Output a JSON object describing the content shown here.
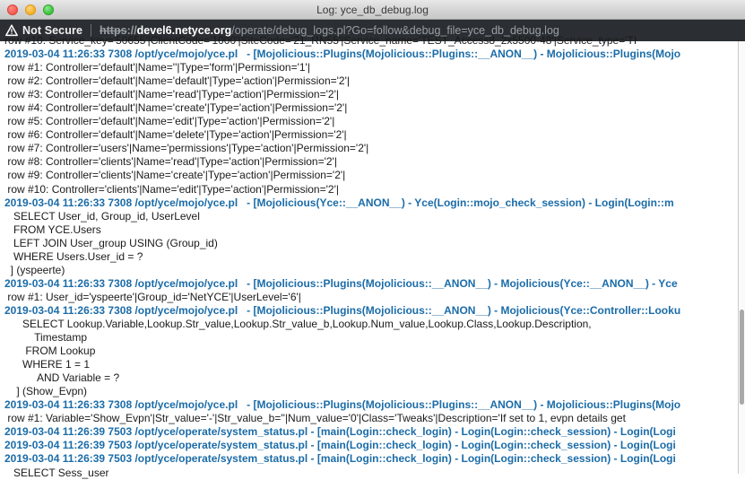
{
  "window": {
    "title": "Log: yce_db_debug.log",
    "controls": {
      "close_label": "",
      "minimize_label": "",
      "maximize_label": ""
    }
  },
  "addressbar": {
    "security_label": "Not Secure",
    "security_icon": "warning-triangle-icon",
    "url_scheme": "https",
    "url_separator": "://",
    "url_host": "devel6.netyce.org",
    "url_path": "/operate/debug_logs.pl?Go=follow&debug_file=yce_db_debug.log",
    "full_url": "https://devel6.netyce.org/operate/debug_logs.pl?Go=follow&debug_file=yce_db_debug.log"
  },
  "log": {
    "lines": [
      {
        "kind": "data",
        "text": "row #10: Service_key='50655'|ClientCode='1000'|SiteCode='21_RN55'|Service_name='TEST_Access8_2x5500-48'|Service_type='TI"
      },
      {
        "kind": "hdr",
        "text": "2019-03-04 11:26:33 7308 /opt/yce/mojo/yce.pl   - [Mojolicious::Plugins(Mojolicious::Plugins::__ANON__) - Mojolicious::Plugins(Mojo"
      },
      {
        "kind": "data",
        "text": " row #1: Controller='default'|Name=''|Type='form'|Permission='1'|"
      },
      {
        "kind": "data",
        "text": " row #2: Controller='default'|Name='default'|Type='action'|Permission='2'|"
      },
      {
        "kind": "data",
        "text": " row #3: Controller='default'|Name='read'|Type='action'|Permission='2'|"
      },
      {
        "kind": "data",
        "text": " row #4: Controller='default'|Name='create'|Type='action'|Permission='2'|"
      },
      {
        "kind": "data",
        "text": " row #5: Controller='default'|Name='edit'|Type='action'|Permission='2'|"
      },
      {
        "kind": "data",
        "text": " row #6: Controller='default'|Name='delete'|Type='action'|Permission='2'|"
      },
      {
        "kind": "data",
        "text": " row #7: Controller='users'|Name='permissions'|Type='action'|Permission='2'|"
      },
      {
        "kind": "data",
        "text": " row #8: Controller='clients'|Name='read'|Type='action'|Permission='2'|"
      },
      {
        "kind": "data",
        "text": " row #9: Controller='clients'|Name='create'|Type='action'|Permission='2'|"
      },
      {
        "kind": "data",
        "text": " row #10: Controller='clients'|Name='edit'|Type='action'|Permission='2'|"
      },
      {
        "kind": "hdr",
        "text": "2019-03-04 11:26:33 7308 /opt/yce/mojo/yce.pl   - [Mojolicious(Yce::__ANON__) - Yce(Login::mojo_check_session) - Login(Login::m"
      },
      {
        "kind": "sql",
        "text": "   SELECT User_id, Group_id, UserLevel"
      },
      {
        "kind": "sql",
        "text": "   FROM YCE.Users"
      },
      {
        "kind": "sql",
        "text": "   LEFT JOIN User_group USING (Group_id)"
      },
      {
        "kind": "sql",
        "text": "   WHERE Users.User_id = ?"
      },
      {
        "kind": "sql",
        "text": "  ] (yspeerte)"
      },
      {
        "kind": "hdr",
        "text": "2019-03-04 11:26:33 7308 /opt/yce/mojo/yce.pl   - [Mojolicious::Plugins(Mojolicious::__ANON__) - Mojolicious(Yce::__ANON__) - Yce"
      },
      {
        "kind": "data",
        "text": " row #1: User_id='yspeerte'|Group_id='NetYCE'|UserLevel='6'|"
      },
      {
        "kind": "hdr",
        "text": "2019-03-04 11:26:33 7308 /opt/yce/mojo/yce.pl   - [Mojolicious::Plugins(Mojolicious::__ANON__) - Mojolicious(Yce::Controller::Looku"
      },
      {
        "kind": "sql",
        "text": "      SELECT Lookup.Variable,Lookup.Str_value,Lookup.Str_value_b,Lookup.Num_value,Lookup.Class,Lookup.Description,"
      },
      {
        "kind": "sql",
        "text": "          Timestamp"
      },
      {
        "kind": "sql",
        "text": "       FROM Lookup"
      },
      {
        "kind": "sql",
        "text": "      WHERE 1 = 1"
      },
      {
        "kind": "sql",
        "text": "           AND Variable = ?"
      },
      {
        "kind": "sql",
        "text": "    ] (Show_Evpn)"
      },
      {
        "kind": "hdr",
        "text": "2019-03-04 11:26:33 7308 /opt/yce/mojo/yce.pl   - [Mojolicious::Plugins(Mojolicious::Plugins::__ANON__) - Mojolicious::Plugins(Mojo"
      },
      {
        "kind": "data",
        "text": " row #1: Variable='Show_Evpn'|Str_value='-'|Str_value_b=''|Num_value='0'|Class='Tweaks'|Description='If set to 1, evpn details get"
      },
      {
        "kind": "hdr",
        "text": "2019-03-04 11:26:39 7503 /opt/yce/operate/system_status.pl - [main(Login::check_login) - Login(Login::check_session) - Login(Logi"
      },
      {
        "kind": "hdr",
        "text": "2019-03-04 11:26:39 7503 /opt/yce/operate/system_status.pl - [main(Login::check_login) - Login(Login::check_session) - Login(Logi"
      },
      {
        "kind": "hdr",
        "text": "2019-03-04 11:26:39 7503 /opt/yce/operate/system_status.pl - [main(Login::check_login) - Login(Login::check_session) - Login(Logi"
      },
      {
        "kind": "sql",
        "text": "   SELECT Sess_user"
      }
    ]
  },
  "scrollbar": {
    "orientation": "vertical",
    "thumb_top_pct": 62,
    "thumb_height_pct": 22
  },
  "colors": {
    "header_text": "#1b6ca8",
    "body_text": "#1a1a1a",
    "urlbar_bg": "#2b2f33",
    "titlebar_bg": "#d4d4d4"
  }
}
